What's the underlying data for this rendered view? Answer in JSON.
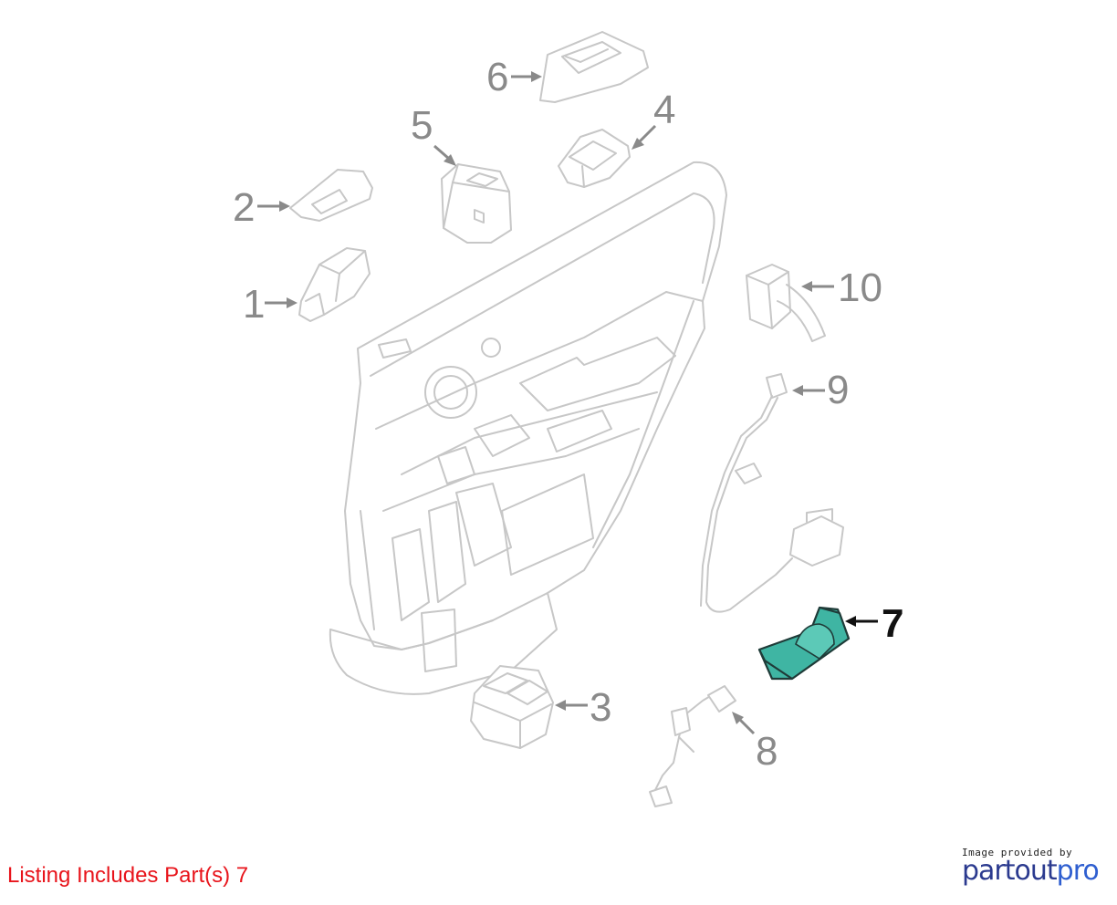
{
  "listing": {
    "text": "Listing Includes Part(s) 7"
  },
  "credit": {
    "caption": "Image provided by",
    "brand_part1": "partout",
    "brand_part2": "pro"
  },
  "callouts": {
    "c1": "1",
    "c2": "2",
    "c3": "3",
    "c4": "4",
    "c5": "5",
    "c6": "6",
    "c7": "7",
    "c8": "8",
    "c9": "9",
    "c10": "10"
  },
  "highlighted_part": "7",
  "colors": {
    "highlight": "#3fb5a3",
    "line": "#c7c7c7",
    "callout": "#8a8a8a",
    "listing_text": "#e8141b",
    "brand_dark": "#2b3a8f",
    "brand_light": "#2f5fd0"
  }
}
